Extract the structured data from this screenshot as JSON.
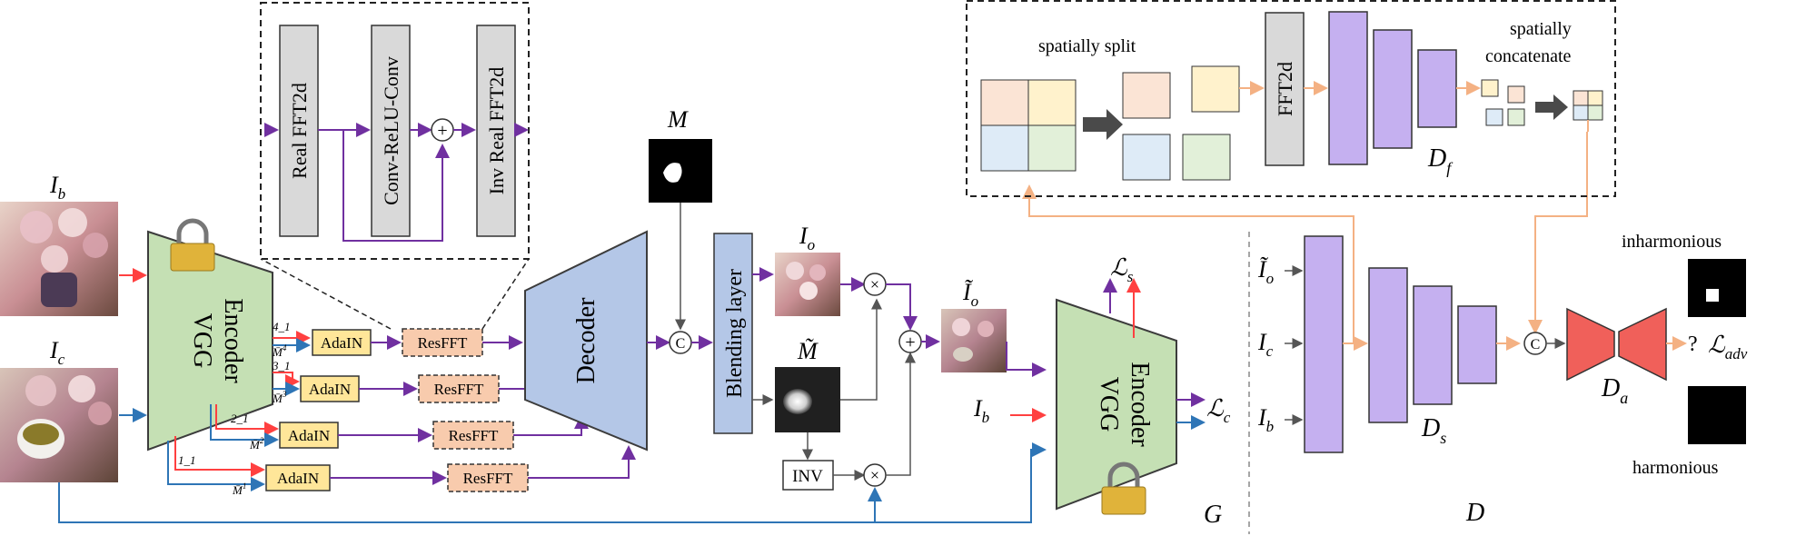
{
  "labels": {
    "I_b": "I",
    "I_b_sub": "b",
    "I_c": "I",
    "I_c_sub": "c",
    "I_o": "I",
    "I_o_sub": "o",
    "I_o_tilde": "Ĩ",
    "I_o_tilde_sub": "o",
    "M": "M",
    "M_tilde": "M̃",
    "G": "G",
    "D": "D",
    "D_f": "D",
    "D_f_sub": "f",
    "D_s": "D",
    "D_s_sub": "s",
    "D_a": "D",
    "D_a_sub": "a",
    "L_s": "ℒ",
    "L_s_sub": "s",
    "L_c": "ℒ",
    "L_c_sub": "c",
    "L_adv_q": "?",
    "L_adv": "ℒ",
    "L_adv_sub": "adv",
    "inharmonious": "inharmonious",
    "harmonious": "harmonious",
    "spatially_split": "spatially split",
    "spatially_concatenate_1": "spatially",
    "spatially_concatenate_2": "concatenate"
  },
  "encoder": {
    "line1": "VGG",
    "line2": "Encoder"
  },
  "encoder2": {
    "line1": "VGG",
    "line2": "Encoder"
  },
  "decoder": "Decoder",
  "blending": "Blending layer",
  "inv": "INV",
  "fft2d": "FFT2d",
  "resfft_detail": {
    "real_fft": "Real FFT2d",
    "conv": "Conv-ReLU-Conv",
    "inv_fft": "Inv Real FFT2d"
  },
  "stages": [
    {
      "level": "4_1",
      "mask": "M̄",
      "mask_sup": "4",
      "adain": "AdaIN",
      "resfft": "ResFFT"
    },
    {
      "level": "3_1",
      "mask": "M̄",
      "mask_sup": "3",
      "adain": "AdaIN",
      "resfft": "ResFFT"
    },
    {
      "level": "2_1",
      "mask": "M̄",
      "mask_sup": "2",
      "adain": "AdaIN",
      "resfft": "ResFFT"
    },
    {
      "level": "1_1",
      "mask": "M̄",
      "mask_sup": "1",
      "adain": "AdaIN",
      "resfft": "ResFFT"
    }
  ],
  "ops": {
    "concat": "C",
    "mult": "×",
    "add": "+"
  },
  "colors": {
    "encoder_green": "#c5e0b4",
    "decoder_blue": "#b4c7e7",
    "purple_block": "#c5b0f0",
    "adain_yellow": "#ffe699",
    "resfft_orange": "#f8cbad",
    "discriminator_red": "#f0605a",
    "arrow_purple": "#7030a0",
    "arrow_red": "#ff4040",
    "arrow_blue": "#2e75b6",
    "arrow_orange": "#f4b183",
    "gray_box": "#d9d9d9"
  }
}
